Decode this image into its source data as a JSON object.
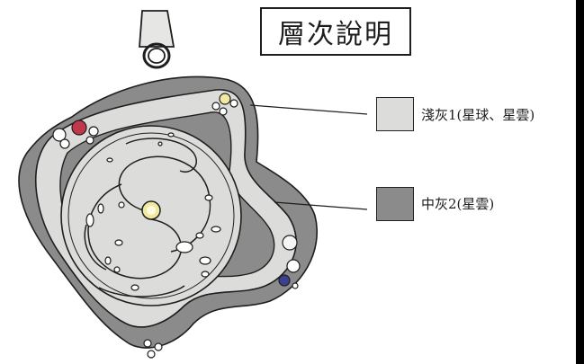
{
  "title": "層次說明",
  "legend": [
    {
      "label": "淺灰1(星球、星雲)",
      "color": "#dcdcda"
    },
    {
      "label": "中灰2(星雲)",
      "color": "#8b8b8b"
    }
  ],
  "colors": {
    "light_gray": "#dcdcda",
    "mid_gray": "#8b8b8b",
    "outline": "#1e1e1e",
    "gem_ruby": "#c0394b",
    "gem_yellow": "#f2e9a0",
    "gem_sapphire": "#3a3f8f"
  }
}
